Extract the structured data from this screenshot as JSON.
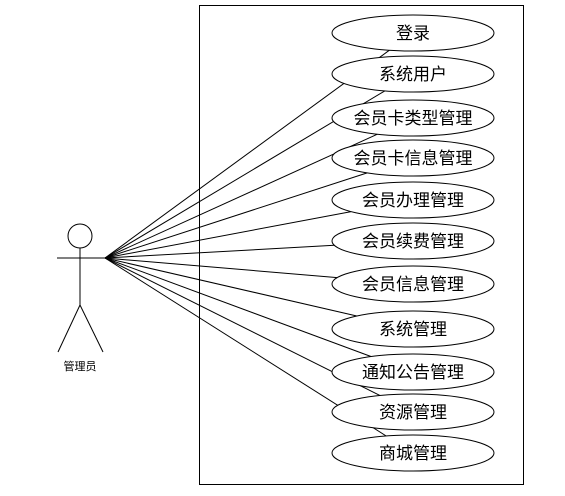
{
  "actor": {
    "label": "管理员"
  },
  "use_cases": [
    {
      "label": "登录"
    },
    {
      "label": "系统用户"
    },
    {
      "label": "会员卡类型管理"
    },
    {
      "label": "会员卡信息管理"
    },
    {
      "label": "会员办理管理"
    },
    {
      "label": "会员续费管理"
    },
    {
      "label": "会员信息管理"
    },
    {
      "label": "系统管理"
    },
    {
      "label": "通知公告管理"
    },
    {
      "label": "资源管理"
    },
    {
      "label": "商城管理"
    }
  ]
}
